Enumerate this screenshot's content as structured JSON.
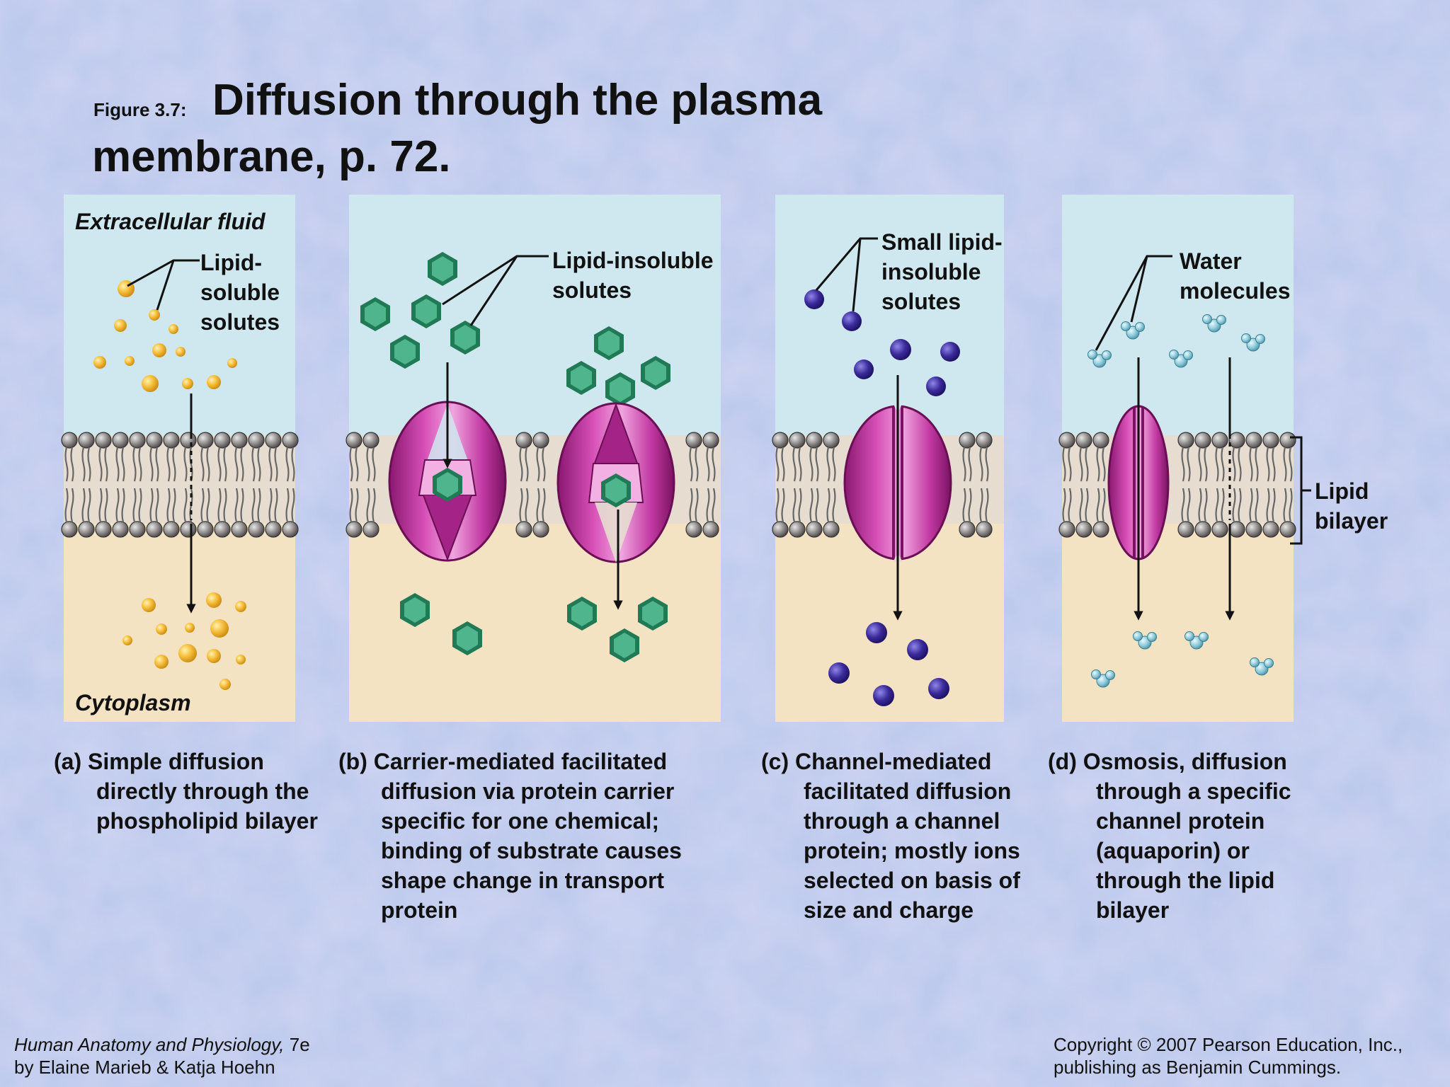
{
  "header": {
    "figure_number": "Figure 3.7:",
    "title_line1": "Diffusion through the plasma",
    "title_line2": "membrane, p. 72."
  },
  "labels": {
    "extracellular": "Extracellular fluid",
    "cytoplasm": "Cytoplasm",
    "lipid_soluble": [
      "Lipid-",
      "soluble",
      "solutes"
    ],
    "lipid_insoluble": [
      "Lipid-insoluble",
      "solutes"
    ],
    "small_lipid_insoluble": [
      "Small lipid-",
      "insoluble",
      "solutes"
    ],
    "water": [
      "Water",
      "molecules"
    ],
    "bilayer": [
      "Lipid",
      "bilayer"
    ]
  },
  "captions": {
    "a": [
      "(a) Simple diffusion",
      "directly through the",
      "phospholipid bilayer"
    ],
    "b": [
      "(b) Carrier-mediated facilitated",
      "diffusion via protein carrier",
      "specific for one chemical;",
      "binding of substrate causes",
      "shape change in transport",
      "protein"
    ],
    "c": [
      "(c) Channel-mediated",
      "facilitated diffusion",
      "through a channel",
      "protein; mostly ions",
      "selected on basis of",
      "size and charge"
    ],
    "d": [
      "(d) Osmosis, diffusion",
      "through a specific",
      "channel protein",
      "(aquaporin) or",
      "through the lipid",
      "bilayer"
    ]
  },
  "footer": {
    "book_title": "Human Anatomy and Physiology,",
    "edition": " 7e",
    "authors": "by Elaine Marieb & Katja Hoehn",
    "copyright1": "Copyright © 2007 Pearson Education, Inc.,",
    "copyright2": "publishing as Benjamin Cummings."
  },
  "colors": {
    "extracellular": "#cfe8ef",
    "cytoplasm": "#f4e3c3",
    "protein": "#b0268e",
    "lipid_solute": "#f2b233",
    "hexagon": "#3a9a72",
    "ion": "#3a2790",
    "water": "#8cc6d6"
  }
}
